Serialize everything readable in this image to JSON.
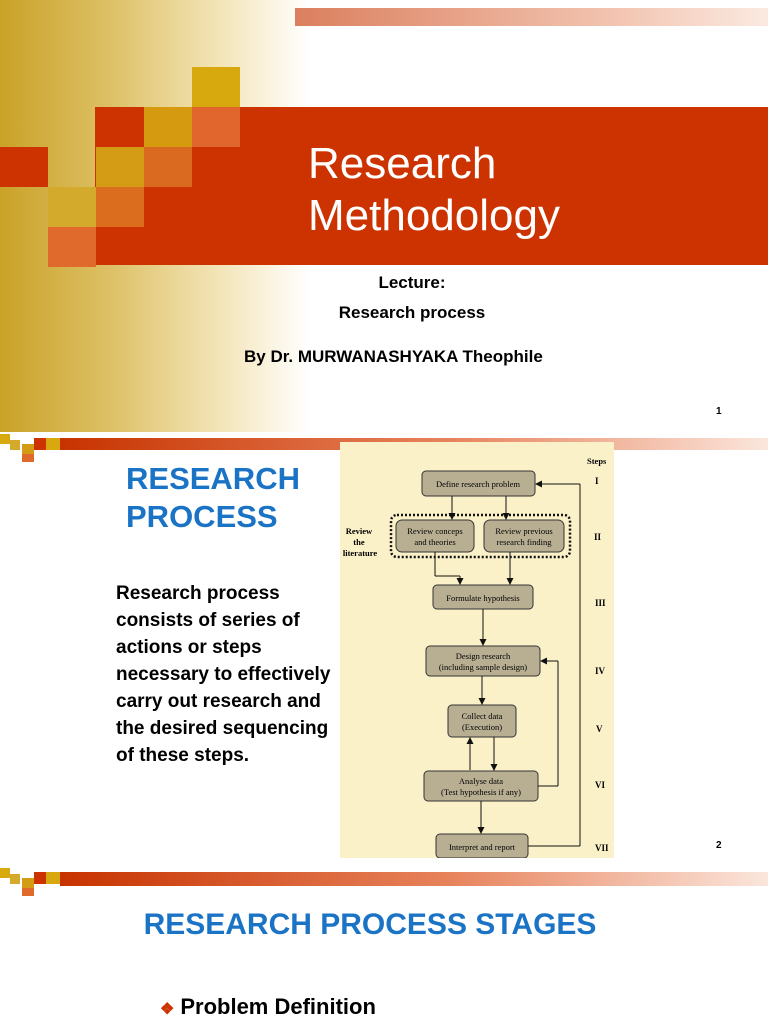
{
  "slide1": {
    "title_line1": "Research",
    "title_line2": "Methodology",
    "lecture_label": "Lecture:",
    "lecture_topic": "Research process",
    "author": "By Dr. MURWANASHYAKA Theophile",
    "page_number": "1"
  },
  "slide2": {
    "heading_line1": "RESEARCH",
    "heading_line2": "PROCESS",
    "body": "Research process consists of series of actions or steps necessary to effectively carry out research and the desired sequencing of these steps.",
    "page_number": "2",
    "flowchart": {
      "steps_label": "Steps",
      "review_label": [
        "Review",
        "the",
        "literature"
      ],
      "boxes": {
        "define": [
          "Define research problem"
        ],
        "concepts": [
          "Review conceps",
          "and theories"
        ],
        "previous": [
          "Review previous",
          "research finding"
        ],
        "hypothesis": [
          "Formulate hypothesis"
        ],
        "design": [
          "Design research",
          "(including sample design)"
        ],
        "collect": [
          "Collect data",
          "(Execution)"
        ],
        "analyse": [
          "Analyse data",
          "(Test hypothesis if any)"
        ],
        "interpret": [
          "Interpret and report"
        ]
      },
      "step_numerals": [
        "I",
        "II",
        "III",
        "IV",
        "V",
        "VI",
        "VII"
      ]
    }
  },
  "slide3": {
    "title": "RESEARCH PROCESS STAGES",
    "bullet": "Problem Definition"
  }
}
